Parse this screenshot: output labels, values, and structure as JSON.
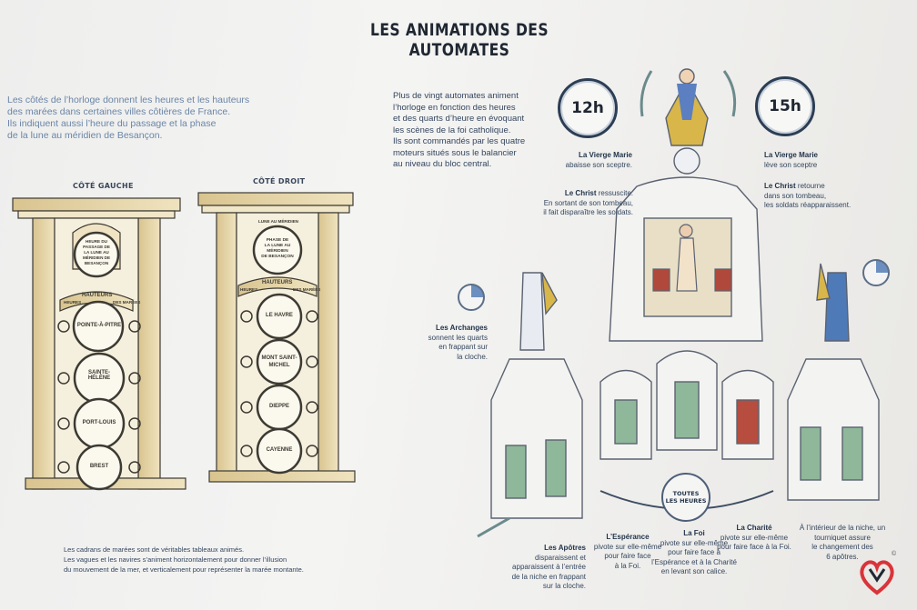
{
  "title": "LES ANIMATIONS DES AUTOMATES",
  "intro_left": [
    "Les côtés de l’horloge donnent les heures et les hauteurs",
    "des marées dans certaines villes côtières de France.",
    "Ils indiquent aussi l’heure du passage et la phase",
    "de la lune au méridien de Besançon."
  ],
  "intro_right": [
    "Plus de vingt automates animent",
    "l’horloge en fonction des heures",
    "et des quarts d’heure en évoquant",
    "les scènes de la foi catholique.",
    "Ils sont commandés par les quatre",
    "moteurs situés sous le balancier",
    "au niveau du bloc central."
  ],
  "left_panel": {
    "label": "CÔTÉ GAUCHE",
    "top_dial": [
      "HEURE DU",
      "PASSAGE DE",
      "LA LUNE AU",
      "MÉRIDIEN DE",
      "BESANÇON"
    ],
    "band": "HAUTEURS",
    "band_left": "HEURES",
    "band_right": "DES MARÉES",
    "dials": [
      "POINTE-À-PITRE",
      "SAINTE-HÉLÈNE",
      "PORT-LOUIS",
      "BREST"
    ]
  },
  "right_panel": {
    "label": "CÔTÉ DROIT",
    "top_arc": "LUNE AU MÉRIDIEN",
    "top_dial": [
      "PHASE DE",
      "LA LUNE AU",
      "MÉRIDIEN",
      "DE BESANÇON"
    ],
    "band": "HAUTEURS",
    "band_left": "HEURES",
    "band_right": "DES MARÉES",
    "dials": [
      "LE HAVRE",
      "MONT SAINT-MICHEL",
      "DIEPPE",
      "CAYENNE"
    ]
  },
  "bottom_left": [
    "Les cadrans de marées sont de véritables tableaux animés.",
    "Les vagues et les navires s’animent horizontalement pour donner l’illusion",
    "du mouvement de la mer, et verticalement pour représenter la marée montante."
  ],
  "clocks": {
    "left": "12h",
    "right": "15h"
  },
  "captions": {
    "vierge_12": {
      "name": "La Vierge Marie",
      "text": "abaisse son sceptre."
    },
    "christ_12": {
      "name": "Le Christ",
      "text1": "ressuscite.",
      "text2": "En sortant de son tombeau,",
      "text3": "il fait disparaître les soldats."
    },
    "vierge_15": {
      "name": "La Vierge Marie",
      "text": "lève son sceptre"
    },
    "christ_15": {
      "name": "Le Christ",
      "text1": "retourne",
      "text2": "dans son tombeau,",
      "text3": "les soldats réapparaissent."
    },
    "archanges": {
      "name": "Les Archanges",
      "lines": [
        "sonnent les quarts",
        "en frappant sur",
        "la cloche."
      ]
    },
    "apotres": {
      "name": "Les Apôtres",
      "lines": [
        "disparaissent et",
        "apparaissent à l’entrée",
        "de la niche en frappant",
        "sur la cloche."
      ]
    },
    "esperance": {
      "name": "L’Espérance",
      "lines": [
        "pivote sur elle-même",
        "pour faire face",
        "à la Foi."
      ]
    },
    "foi": {
      "name": "La Foi",
      "lines": [
        "pivote sur elle-même",
        "pour faire face à",
        "l’Espérance et à la Charité",
        "en levant son calice."
      ]
    },
    "charite": {
      "name": "La Charité",
      "lines": [
        "pivote sur elle-même",
        "pour faire face à la Foi."
      ]
    },
    "niche": {
      "lines": [
        "À l’intérieur de la niche, un",
        "tourniquet assure",
        "le changement des",
        "6 apôtres."
      ]
    }
  },
  "toutes_les_heures": [
    "TOUTES",
    "LES HEURES"
  ],
  "logo_mark": "©"
}
